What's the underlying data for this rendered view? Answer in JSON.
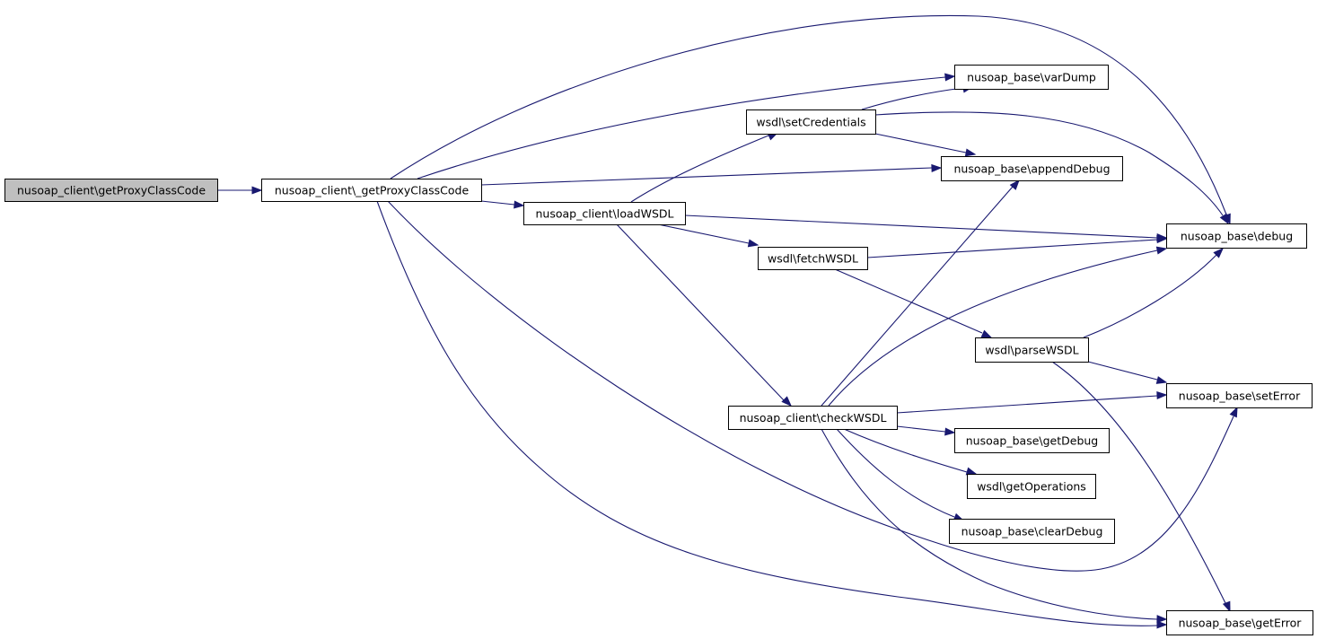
{
  "colors": {
    "edge": "#191970",
    "node_fill": "#ffffff",
    "root_fill": "#bfbfbf",
    "border": "#000000"
  },
  "nodes": [
    {
      "id": "getProxyClassCode",
      "label": "nusoap_client\\getProxyClassCode",
      "root": true
    },
    {
      "id": "_getProxyClassCode",
      "label": "nusoap_client\\_getProxyClassCode"
    },
    {
      "id": "loadWSDL",
      "label": "nusoap_client\\loadWSDL"
    },
    {
      "id": "setCredentials",
      "label": "wsdl\\setCredentials"
    },
    {
      "id": "varDump",
      "label": "nusoap_base\\varDump"
    },
    {
      "id": "appendDebug",
      "label": "nusoap_base\\appendDebug"
    },
    {
      "id": "debug",
      "label": "nusoap_base\\debug"
    },
    {
      "id": "fetchWSDL",
      "label": "wsdl\\fetchWSDL"
    },
    {
      "id": "parseWSDL",
      "label": "wsdl\\parseWSDL"
    },
    {
      "id": "setError",
      "label": "nusoap_base\\setError"
    },
    {
      "id": "checkWSDL",
      "label": "nusoap_client\\checkWSDL"
    },
    {
      "id": "getDebug",
      "label": "nusoap_base\\getDebug"
    },
    {
      "id": "getOperations",
      "label": "wsdl\\getOperations"
    },
    {
      "id": "clearDebug",
      "label": "nusoap_base\\clearDebug"
    },
    {
      "id": "getError",
      "label": "nusoap_base\\getError"
    }
  ],
  "edges": [
    {
      "from": "getProxyClassCode",
      "to": "_getProxyClassCode"
    },
    {
      "from": "_getProxyClassCode",
      "to": "debug"
    },
    {
      "from": "_getProxyClassCode",
      "to": "varDump"
    },
    {
      "from": "_getProxyClassCode",
      "to": "appendDebug"
    },
    {
      "from": "_getProxyClassCode",
      "to": "loadWSDL"
    },
    {
      "from": "_getProxyClassCode",
      "to": "setError"
    },
    {
      "from": "_getProxyClassCode",
      "to": "getError"
    },
    {
      "from": "loadWSDL",
      "to": "setCredentials"
    },
    {
      "from": "loadWSDL",
      "to": "debug"
    },
    {
      "from": "loadWSDL",
      "to": "fetchWSDL"
    },
    {
      "from": "loadWSDL",
      "to": "checkWSDL"
    },
    {
      "from": "setCredentials",
      "to": "varDump"
    },
    {
      "from": "setCredentials",
      "to": "appendDebug"
    },
    {
      "from": "setCredentials",
      "to": "debug"
    },
    {
      "from": "fetchWSDL",
      "to": "debug"
    },
    {
      "from": "fetchWSDL",
      "to": "parseWSDL"
    },
    {
      "from": "parseWSDL",
      "to": "debug"
    },
    {
      "from": "parseWSDL",
      "to": "setError"
    },
    {
      "from": "parseWSDL",
      "to": "getError"
    },
    {
      "from": "checkWSDL",
      "to": "appendDebug"
    },
    {
      "from": "checkWSDL",
      "to": "debug"
    },
    {
      "from": "checkWSDL",
      "to": "setError"
    },
    {
      "from": "checkWSDL",
      "to": "getDebug"
    },
    {
      "from": "checkWSDL",
      "to": "getOperations"
    },
    {
      "from": "checkWSDL",
      "to": "clearDebug"
    },
    {
      "from": "checkWSDL",
      "to": "getError"
    }
  ]
}
